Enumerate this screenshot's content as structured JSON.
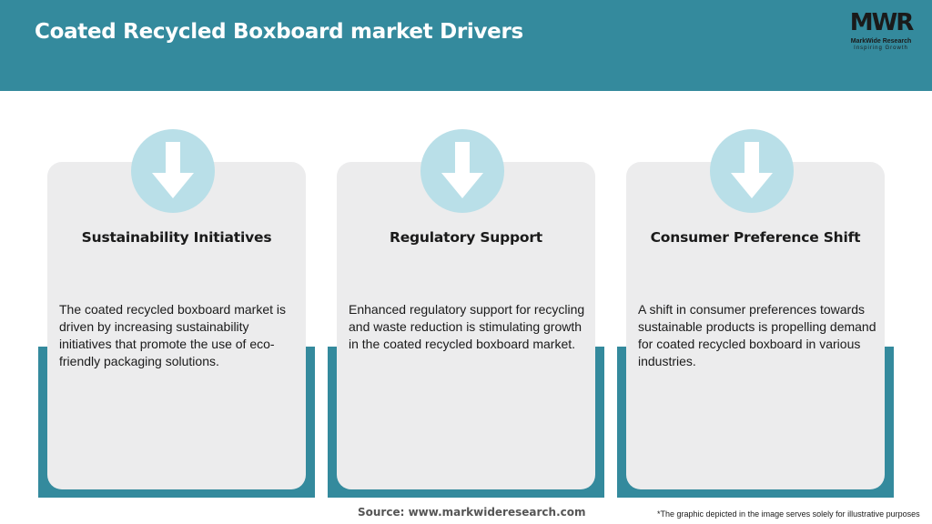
{
  "header": {
    "title": "Coated Recycled Boxboard market Drivers",
    "logo": {
      "mark": "MWR",
      "name": "MarkWide Research",
      "tagline": "Inspiring Growth"
    }
  },
  "cards": [
    {
      "icon": "arrow-down-icon",
      "heading": "Sustainability Initiatives",
      "text": "The coated recycled boxboard market is driven by increasing sustainability initiatives that promote the use of eco-friendly packaging solutions."
    },
    {
      "icon": "arrow-down-icon",
      "heading": "Regulatory Support",
      "text": "Enhanced regulatory support for recycling and waste reduction is stimulating growth in the coated recycled boxboard market."
    },
    {
      "icon": "arrow-down-icon",
      "heading": "Consumer Preference Shift",
      "text": "A shift in consumer preferences towards sustainable products is propelling demand for coated recycled boxboard in various industries."
    }
  ],
  "footer": {
    "source": "Source: www.markwideresearch.com",
    "note": "*The graphic depicted in the image serves solely for illustrative purposes"
  },
  "colors": {
    "header": "#348a9d",
    "card": "#ececed",
    "icon_circle": "#b9dfe8",
    "accent": "#348a9d"
  }
}
